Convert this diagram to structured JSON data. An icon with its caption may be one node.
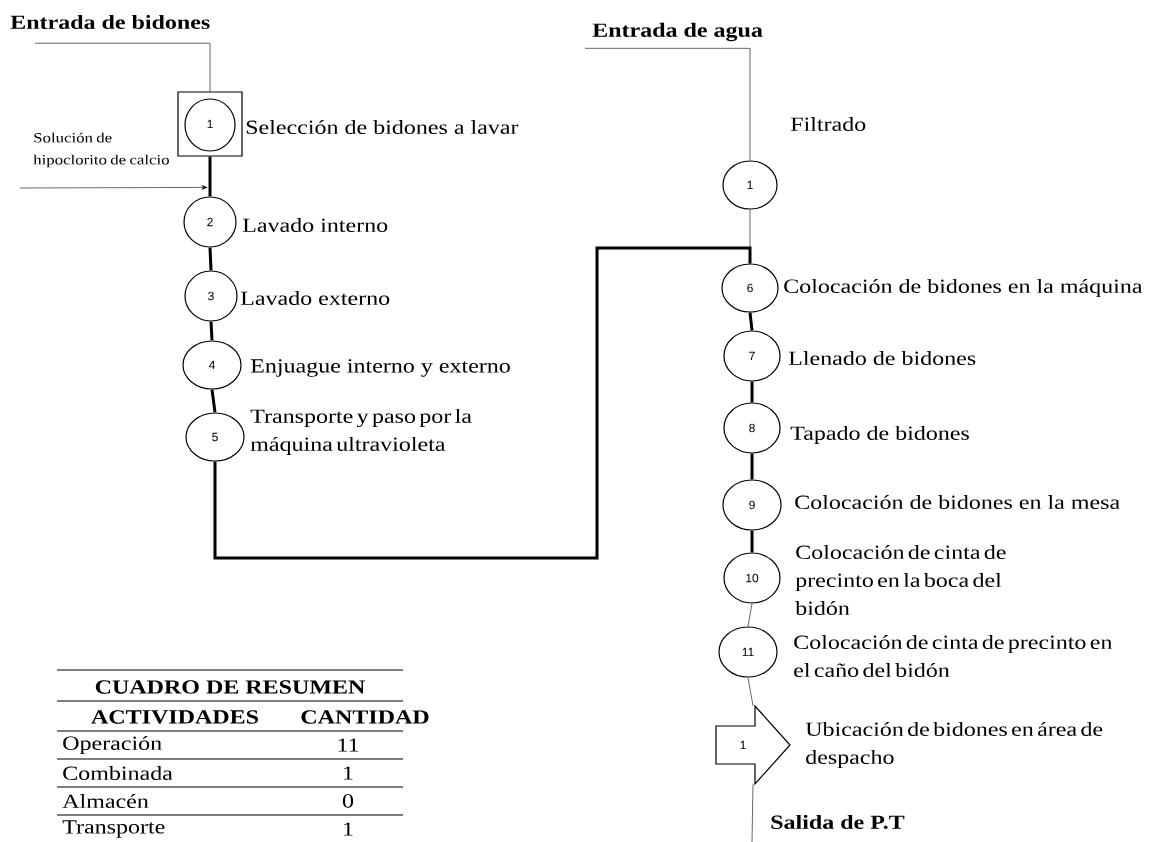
{
  "diagram": {
    "nodes": [
      {
        "text": [
          "Entrada de bidones"
        ]
      },
      {
        "text": [
          "1"
        ],
        "beside": [
          "Selección de bidones a lavar"
        ]
      },
      {
        "text": [
          "Solución de hipoclorito de calcio"
        ]
      },
      {
        "text": [
          "2"
        ],
        "beside": [
          "Lavado interno"
        ]
      },
      {
        "text": [
          "3"
        ],
        "beside": [
          "Lavado externo"
        ]
      },
      {
        "text": [
          "4"
        ],
        "beside": [
          "Enjuague interno y externo"
        ]
      },
      {
        "text": [
          "5"
        ],
        "beside": [
          "Transporte y paso por la máquina ultravioleta"
        ]
      },
      {
        "text": [
          "Entrada de agua"
        ]
      },
      {
        "text": [
          "1"
        ],
        "beside": [
          "Filtrado"
        ]
      },
      {
        "text": [
          "6"
        ],
        "beside": [
          "Colocación de bidones en la máquina"
        ]
      },
      {
        "text": [
          "7"
        ],
        "beside": [
          "Llenado de bidones"
        ]
      },
      {
        "text": [
          "8"
        ],
        "beside": [
          "Tapado de bidones"
        ]
      },
      {
        "text": [
          "9"
        ],
        "beside": [
          "Colocación de bidones en la mesa"
        ]
      },
      {
        "text": [
          "10"
        ],
        "beside": [
          "Colocación de cinta de precinto en la boca del bidón"
        ]
      },
      {
        "text": [
          "11"
        ],
        "beside": [
          "Colocación de cinta de precinto en el caño del bidón"
        ]
      },
      {
        "text": [
          "1"
        ],
        "beside": [
          "Ubicación de bidones en área de despacho"
        ]
      }
    ],
    "edges": [
      {
        "from": 0,
        "to": 1,
        "arrow": "none"
      },
      {
        "from": 2,
        "to": 3,
        "arrow": "to"
      },
      {
        "from": 1,
        "to": 3,
        "arrow": "none"
      },
      {
        "from": 3,
        "to": 4,
        "arrow": "none"
      },
      {
        "from": 4,
        "to": 5,
        "arrow": "none"
      },
      {
        "from": 5,
        "to": 6,
        "arrow": "none"
      },
      {
        "from": 6,
        "to": 9,
        "arrow": "none"
      },
      {
        "from": 7,
        "to": 8,
        "arrow": "none"
      },
      {
        "from": 8,
        "to": 9,
        "arrow": "none"
      },
      {
        "from": 9,
        "to": 10,
        "arrow": "none"
      },
      {
        "from": 10,
        "to": 11,
        "arrow": "none"
      },
      {
        "from": 11,
        "to": 12,
        "arrow": "none"
      },
      {
        "from": 12,
        "to": 13,
        "arrow": "none"
      },
      {
        "from": 13,
        "to": 14,
        "arrow": "none"
      },
      {
        "from": 14,
        "to": 15,
        "arrow": "none"
      },
      {
        "from": 15,
        "to": null,
        "arrow": "none"
      }
    ],
    "labels": [
      "Salida de P.T",
      "CUADRO DE RESUMEN",
      "ACTIVIDADES",
      "CANTIDAD",
      "Operación",
      "11",
      "Combinada",
      "1",
      "Almacén",
      "0",
      "Transporte",
      "1"
    ]
  }
}
